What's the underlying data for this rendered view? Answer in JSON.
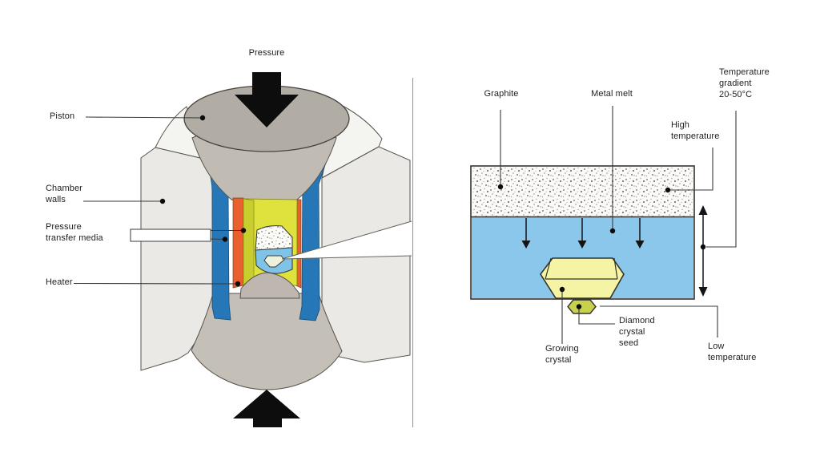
{
  "figure": {
    "subject": "HPHT diamond synthesis press and growth cell diagram"
  },
  "left": {
    "pressure": "Pressure",
    "piston": "Piston",
    "chamber_walls": "Chamber\nwalls",
    "pressure_transfer_media": "Pressure\ntransfer media",
    "heater": "Heater"
  },
  "right": {
    "graphite": "Graphite",
    "metal_melt": "Metal melt",
    "temperature_gradient": "Temperature\ngradient\n20-50°C",
    "high_temperature": "High\ntemperature",
    "growing_crystal": "Growing\ncrystal",
    "diamond_crystal_seed": "Diamond\ncrystal\nseed",
    "low_temperature": "Low\ntemperature"
  },
  "colors": {
    "pressure_media_blue": "#2577b7",
    "heater_orange": "#ea5f2e",
    "cell_yellow": "#dfe23c",
    "capsule_melt_blue": "#7fc3e8",
    "melt_blue": "#8ac7ea",
    "crystal_yellow": "#f4f4a4",
    "seed_yellow": "#c9d04b",
    "piston_gray": "#b1aca4",
    "chamber_wall_gray": "#eae9e6",
    "arrow_black": "#0d0d0d"
  }
}
